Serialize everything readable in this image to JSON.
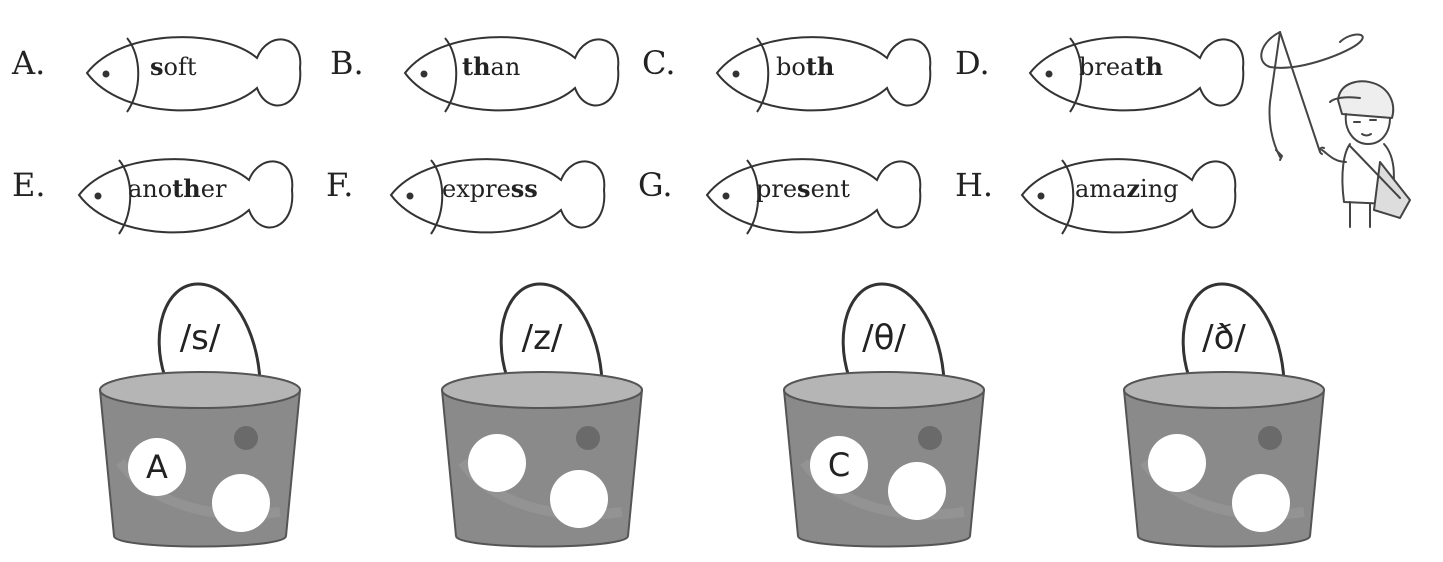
{
  "fishes": [
    {
      "letter": "A.",
      "pre": "",
      "bold": "s",
      "post": "oft"
    },
    {
      "letter": "B.",
      "pre": "",
      "bold": "th",
      "post": "an"
    },
    {
      "letter": "C.",
      "pre": "bo",
      "bold": "th",
      "post": ""
    },
    {
      "letter": "D.",
      "pre": "brea",
      "bold": "th",
      "post": ""
    },
    {
      "letter": "E.",
      "pre": "ano",
      "bold": "th",
      "post": "er"
    },
    {
      "letter": "F.",
      "pre": "expre",
      "bold": "ss",
      "post": ""
    },
    {
      "letter": "G.",
      "pre": "pre",
      "bold": "s",
      "post": "ent"
    },
    {
      "letter": "H.",
      "pre": "ama",
      "bold": "z",
      "post": "ing"
    }
  ],
  "buckets": [
    {
      "symbol": "/s/",
      "slots": [
        "A",
        ""
      ]
    },
    {
      "symbol": "/z/",
      "slots": [
        "",
        ""
      ]
    },
    {
      "symbol": "/θ/",
      "slots": [
        "C",
        ""
      ]
    },
    {
      "symbol": "/ð/",
      "slots": [
        "",
        ""
      ]
    }
  ],
  "colors": {
    "bucket_body": "#8a8a8a",
    "bucket_rim": "#b5b5b5",
    "outline": "#2a2a2a"
  },
  "icons": {
    "fisher": "fishing-boy-illustration",
    "fish": "fish-outline-icon",
    "bucket": "bucket-icon"
  }
}
